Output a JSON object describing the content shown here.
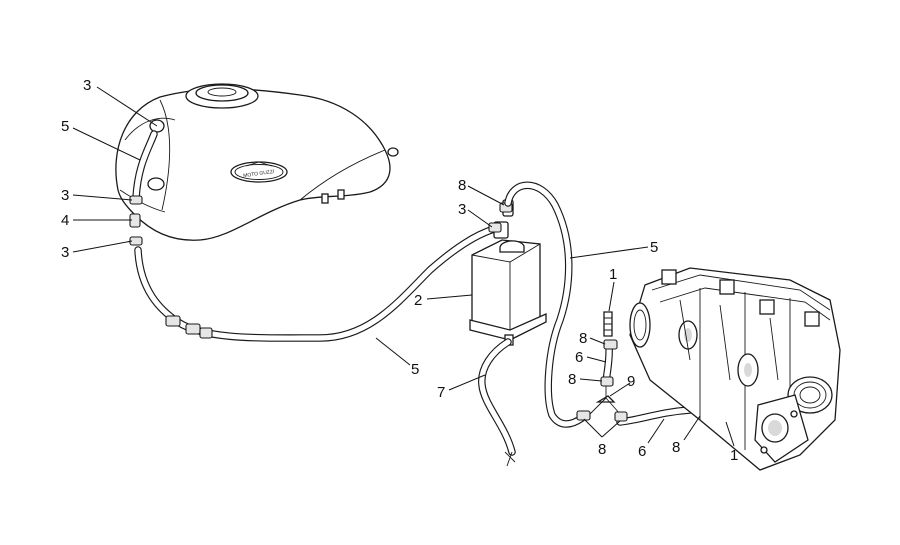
{
  "callouts": {
    "tank_3_top": "3",
    "tank_5": "5",
    "tank_3_mid": "3",
    "tank_4": "4",
    "tank_3_low": "3",
    "canister_8": "8",
    "canister_3": "3",
    "canister_2": "2",
    "canister_7": "7",
    "long_hose_5": "5",
    "vent_hose_5": "5",
    "engine_1_top": "1",
    "engine_8_a": "8",
    "engine_6_a": "6",
    "engine_8_b": "8",
    "engine_9": "9",
    "engine_8_c": "8",
    "engine_6_b": "6",
    "engine_8_d": "8",
    "engine_1_bottom": "1"
  },
  "logo": {
    "text": "MOTO GUZZI"
  }
}
